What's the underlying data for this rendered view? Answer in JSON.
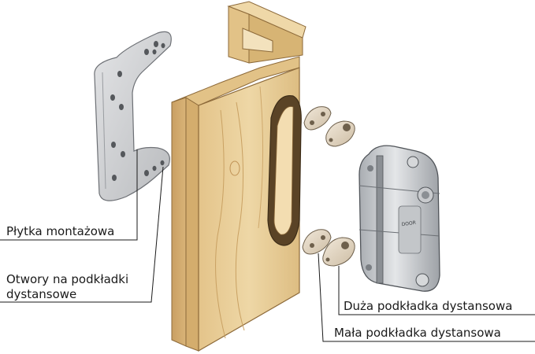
{
  "labels": {
    "mounting_plate": "Płytka montażowa",
    "spacer_holes_line1": "Otwory na podkładki",
    "spacer_holes_line2": "dystansowe",
    "large_spacer": "Duża podkładka dystansowa",
    "small_spacer": "Mała podkładka dystansowa"
  },
  "hinge_brand": "DOOR",
  "colors": {
    "wood_light": "#e9cf98",
    "wood_mid": "#d8b878",
    "wood_dark": "#b68d52",
    "plate_metal": "#c9cbcd",
    "hinge_metal": "#b9bcc0",
    "washer": "#e6dac7",
    "leader_line": "#1a1a1a"
  }
}
